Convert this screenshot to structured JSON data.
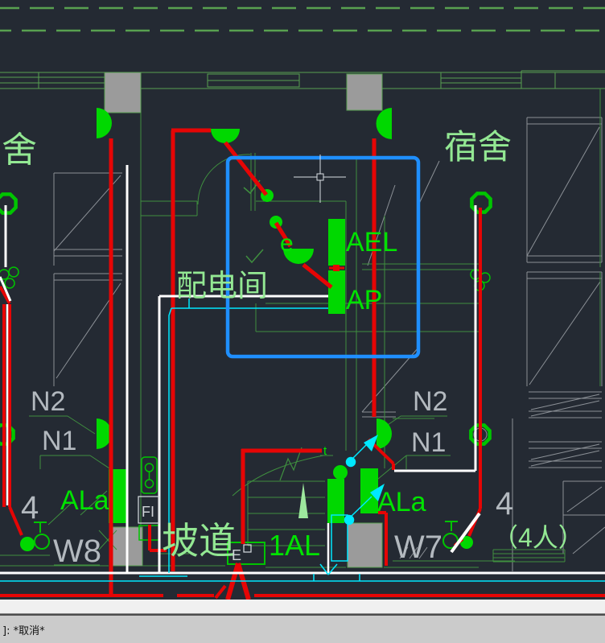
{
  "window": {
    "command_line_text": "]: *取消*"
  },
  "drawing": {
    "room_labels": {
      "dorm_left": "舍",
      "dorm_right": "宿舍",
      "distribution_room": "配电间",
      "ramp": "坡道",
      "capacity": "（4人）"
    },
    "panel_labels": {
      "ael": "AEL",
      "ap": "AP",
      "al1": "1AL",
      "ala_left": "ALa",
      "ala_right": "ALa"
    },
    "circuit_labels": {
      "n2_left": "N2",
      "n1_left": "N1",
      "n2_right": "N2",
      "n1_right": "N1",
      "w8": "W8",
      "w7": "W7",
      "four_left": "4",
      "four_right": "4",
      "e_light": "e",
      "t_mark": "t",
      "fi": "FI",
      "e_box": "E"
    },
    "colors": {
      "background": "#242a33",
      "bright_green": "#00e300",
      "pale_green": "#93e893",
      "structure_green": "#58a050",
      "dark_green": "#3f8f3f",
      "red": "#e60505",
      "cyan": "#00e8ff",
      "selection_blue": "#1f8fff",
      "white": "#ffffff",
      "gray_text": "#b3b9bf",
      "column_gray": "#9b9b9b"
    }
  }
}
